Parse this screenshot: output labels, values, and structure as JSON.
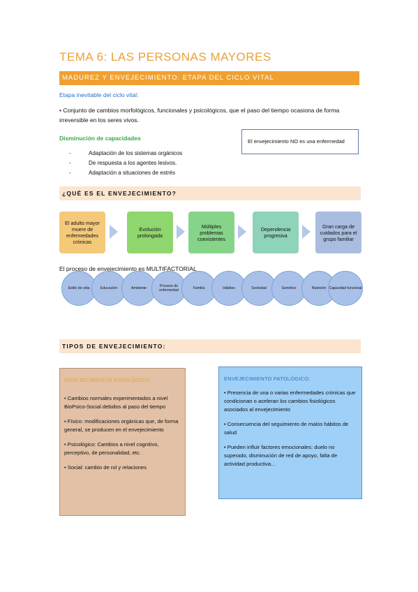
{
  "title": "TEMA 6: LAS PERSONAS MAYORES",
  "section1": "MADUREZ Y ENVEJECIMIENTO: ETAPA DEL CICLO VITAL",
  "etapa_label": "Etapa inevitable del ciclo vital:",
  "etapa_text": "• Conjunto de cambios morfológicos, funcionales y psicológicos, que el paso del tiempo ocasiona de forma irreversible en los seres vivos.",
  "disminucion_label": "Disminución de capacidades",
  "capacidades": [
    "Adaptación de los sistemas orgánicos",
    "De respuesta a los agentes lesivos.",
    "Adaptación a situaciones de estrés"
  ],
  "callout": "El envejecimiento NO es una enfermedad",
  "section2": "¿QUÉ ES EL ENVEJECIMIENTO?",
  "flow": [
    "El adulto mayor muere de enfermedades crónicas",
    "Evolución prolongada",
    "Múltiples problemas coexistentes",
    "Dependencia progresiva",
    "Gran carga de cuidados para el grupo familiar"
  ],
  "flow_colors": [
    "#f5c97a",
    "#8fd66e",
    "#86d48a",
    "#8fd3b8",
    "#a9bde0"
  ],
  "multifactorial": "El proceso de envejecimiento es MULTIFACTORIAL",
  "factors": [
    "Estilo de vida",
    "Educación",
    "Ambiente",
    "Proceso de enfermedad",
    "Familia",
    "Hábitos",
    "Sociedad",
    "Genético",
    "Nutrición",
    "Capacidad funcional"
  ],
  "section3": "TIPOS DE ENVEJECIMIENTO:",
  "fisiologico": {
    "heading": "ENVEJECIMIENTO FISIOLÓGICO:",
    "items": [
      "• Cambios normales experimentados a nivel BioPsico-Social debidos al paso del tiempo",
      "• Físico: modificaciones orgánicas que, de forma general, se producen en el envejecimiento",
      "• Psicológico: Cambios a nivel cognitivo, perceptivo, de personalidad, etc.",
      "• Social: cambio de rol y relaciones"
    ]
  },
  "patologico": {
    "heading": "ENVEJECIMIENTO PATOLÓGICO:",
    "items": [
      "• Presencia de una o varias enfermedades crónicas que condicionan o aceleran los cambios fisiológicos asociados al envejecimiento",
      "• Consecuencia del seguimiento de malos hábitos de salud",
      "• Pueden influir factores emocionales: duelo no superado, disminución de red de apoyo, falta de actividad productiva…"
    ]
  }
}
